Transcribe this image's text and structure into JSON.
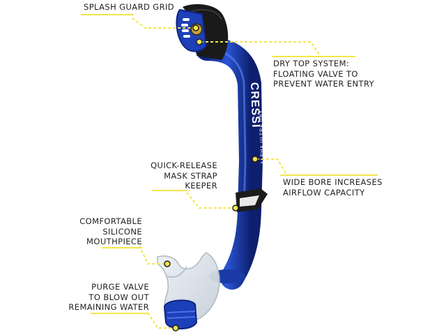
{
  "brand": {
    "logo_text": "CRESSI",
    "model_text": "ALPHA ULTRA DRY"
  },
  "callouts": [
    {
      "id": "splash-guard",
      "lines": [
        "SPLASH GUARD GRID"
      ]
    },
    {
      "id": "dry-top",
      "lines": [
        "DRY TOP SYSTEM:",
        "FLOATING VALVE TO",
        "PREVENT WATER ENTRY"
      ]
    },
    {
      "id": "wide-bore",
      "lines": [
        "WIDE BORE INCREASES",
        "AIRFLOW CAPACITY"
      ]
    },
    {
      "id": "mask-strap",
      "lines": [
        "QUICK-RELEASE",
        "MASK STRAP",
        "KEEPER"
      ]
    },
    {
      "id": "mouthpiece",
      "lines": [
        "COMFORTABLE",
        "SILICONE",
        "MOUTHPIECE"
      ]
    },
    {
      "id": "purge-valve",
      "lines": [
        "PURGE VALVE",
        "TO BLOW OUT",
        "REMAINING WATER"
      ]
    }
  ],
  "colors": {
    "accent": "#f2e64a",
    "tube_blue": "#1d3fb8",
    "tube_dark": "#0f2580",
    "text": "#222222"
  }
}
